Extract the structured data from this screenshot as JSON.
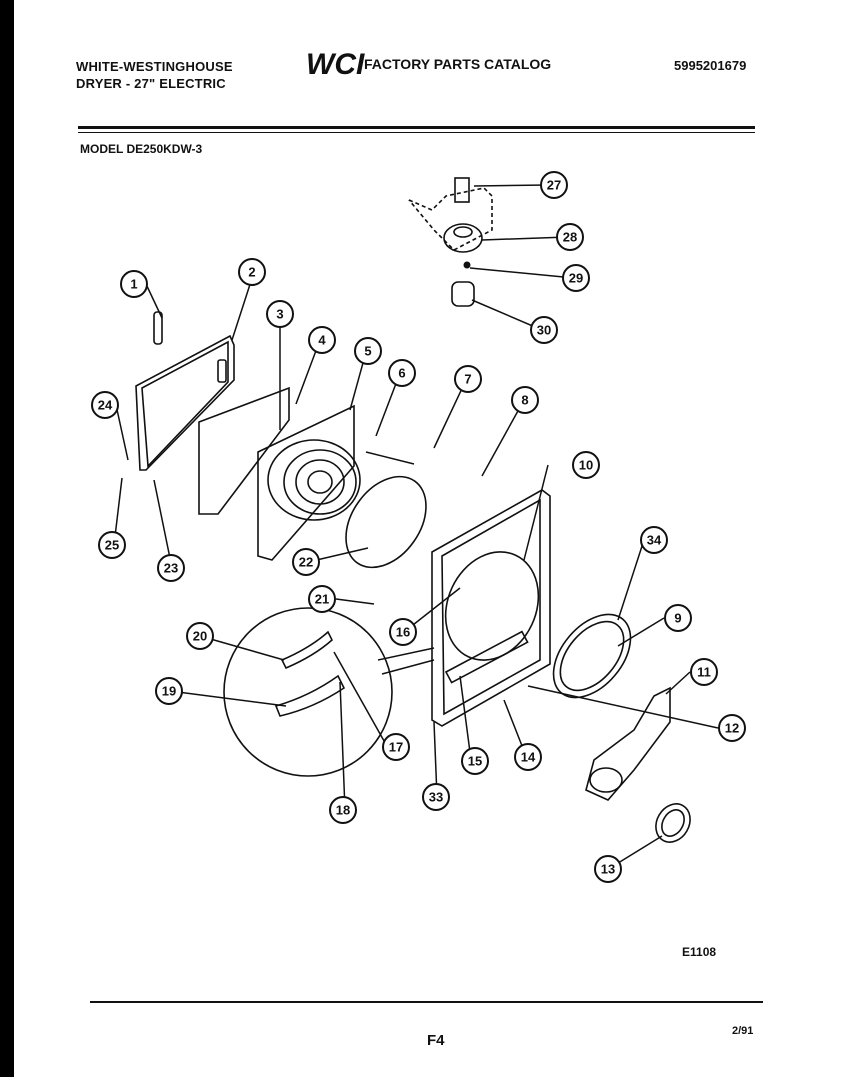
{
  "header": {
    "brand_line1": "WHITE-WESTINGHOUSE",
    "brand_line2": "DRYER - 27\" ELECTRIC",
    "logo_text": "WCI",
    "catalog_title": "FACTORY PARTS CATALOG",
    "part_number": "5995201679"
  },
  "model": "MODEL DE250KDW-3",
  "callouts": [
    "1",
    "2",
    "3",
    "4",
    "5",
    "6",
    "7",
    "8",
    "9",
    "10",
    "11",
    "12",
    "13",
    "14",
    "15",
    "16",
    "17",
    "18",
    "19",
    "20",
    "21",
    "22",
    "23",
    "24",
    "25",
    "27",
    "28",
    "29",
    "30",
    "33",
    "34"
  ],
  "footer": {
    "diagram_code": "E1108",
    "page": "F4",
    "date": "2/91"
  }
}
